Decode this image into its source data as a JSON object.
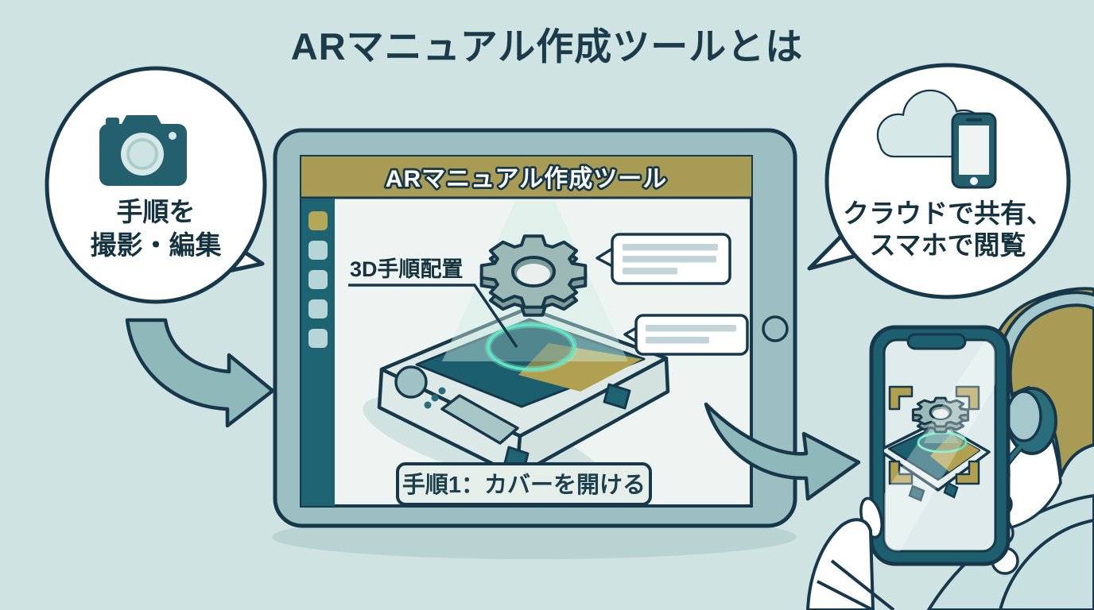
{
  "title": "ARマニュアル作成ツールとは",
  "left_bubble": {
    "icon": "camera-icon",
    "line1": "手順を",
    "line2": "撮影・編集"
  },
  "tablet": {
    "app_title": "ARマニュアル作成ツール",
    "annotation_3d": "3D手順配置",
    "step_caption": "手順1：カバーを開ける"
  },
  "right_bubble": {
    "icons": [
      "cloud-icon",
      "smartphone-icon"
    ],
    "line1": "クラウドで共有、",
    "line2": "スマホで閲覧"
  },
  "scene_icons": [
    "camera-icon",
    "cloud-icon",
    "smartphone-icon",
    "gear-icon",
    "headset-icon",
    "ar-viewfinder-brackets"
  ],
  "colors": {
    "background": "#cfe3e2",
    "outline": "#16384a",
    "title_text": "#1b3a4a",
    "accent_gold": "#a89c55",
    "sidebar_teal": "#1d6372",
    "device_teal": "#1b5f6e",
    "screen_light": "#eef4f1",
    "tablet_bezel": "#9cc0c2",
    "arrow_fill": "#8fb8ba",
    "glow_teal": "#5de8c2",
    "hair_gold": "#a89b55",
    "headset_teal": "#2a6e7c"
  }
}
